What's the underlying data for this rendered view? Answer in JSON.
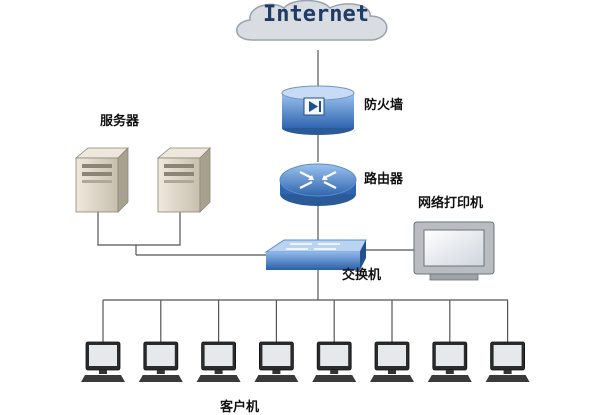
{
  "cloud": {
    "label": "Internet"
  },
  "labels": {
    "firewall": "防火墙",
    "servers": "服务器",
    "router": "路由器",
    "printer": "网络打印机",
    "switch": "交换机",
    "clients": "客户机"
  },
  "clients": {
    "count": 8
  },
  "colors": {
    "cloud_fill": "#d9dde2",
    "cloud_stroke": "#9aa3ad",
    "device_blue": "#3b79c5",
    "device_blue_dark": "#1f4f8e",
    "line": "#555555",
    "server_beige": "#d9d2c4",
    "monitor_gray": "#b9bcc0"
  },
  "icons": [
    "cloud-icon",
    "firewall-icon",
    "router-icon",
    "switch-icon",
    "server-icon",
    "printer-icon",
    "client-computer-icon"
  ]
}
